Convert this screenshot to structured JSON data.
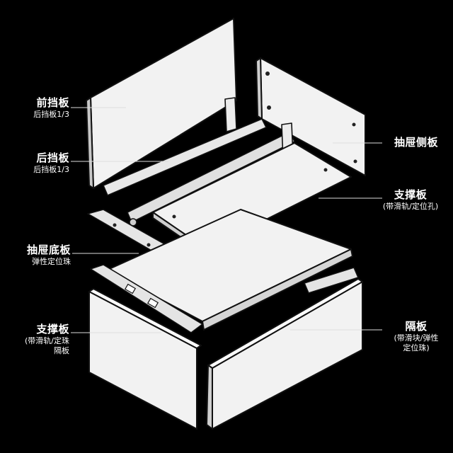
{
  "labels": {
    "front_baffle": {
      "title": "前挡板",
      "sub": "后挡板1/3"
    },
    "back_baffle": {
      "title": "后挡板",
      "sub": "后挡板1/3"
    },
    "drawer_bottom": {
      "title": "抽屉底板",
      "sub": "弹性定位珠"
    },
    "support_left": {
      "title": "支撑板",
      "sub1": "(带滑轨/定珠",
      "sub2": "隔板"
    },
    "drawer_side": {
      "title": "抽屉侧板"
    },
    "support_right": {
      "title": "支撑板",
      "sub": "(带滑轨/定位孔)"
    },
    "partition": {
      "title": "隔板",
      "sub1": "(带滑块/弹性",
      "sub2": "定位珠)"
    }
  },
  "colors": {
    "background": "#000000",
    "panel": "#f2f2f2",
    "panel_shade": "#dcdcdc",
    "rail": "#e8e8e8",
    "line": "#dddddd"
  }
}
